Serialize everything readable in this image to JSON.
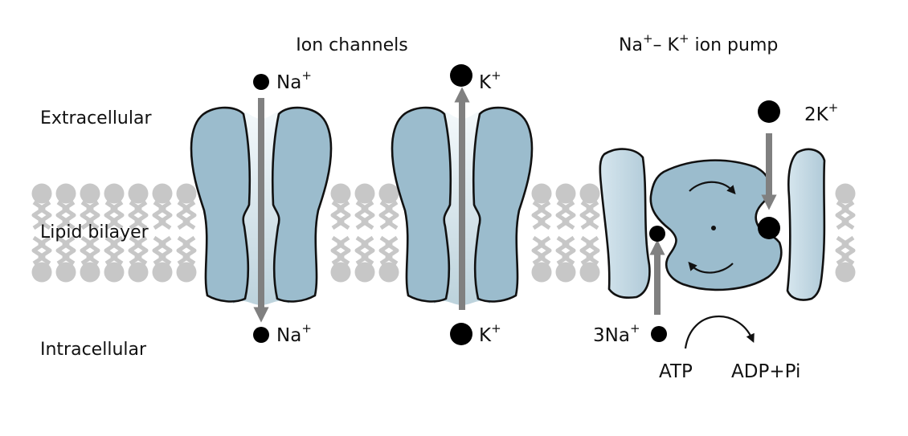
{
  "headings": {
    "ion_channels": "Ion channels",
    "pump": {
      "a": "Na",
      "a_sup": "+",
      "dash": "– ",
      "b": "K",
      "b_sup": "+",
      "rest": " ion pump"
    }
  },
  "regions": {
    "extracellular": "Extracellular",
    "lipid_bilayer": "Lipid bilayer",
    "intracellular": "Intracellular"
  },
  "na_channel": {
    "top_ion": "Na",
    "top_sup": "+",
    "bottom_ion": "Na",
    "bottom_sup": "+"
  },
  "k_channel": {
    "top_ion": "K",
    "top_sup": "+",
    "bottom_ion": "K",
    "bottom_sup": "+"
  },
  "pump": {
    "k_ion": "2K",
    "k_sup": "+",
    "na_ion": "3Na",
    "na_sup": "+",
    "atp": "ATP",
    "products": "ADP+Pi"
  },
  "colors": {
    "protein_fill": "#9bbccd",
    "protein_light": "#c2d8e2",
    "pore_top": "#f4f9fb",
    "pore_bottom": "#bcd2dc",
    "lipid": "#c7c7c7",
    "arrow": "#808080",
    "outline": "#111111",
    "ion": "#000000"
  }
}
